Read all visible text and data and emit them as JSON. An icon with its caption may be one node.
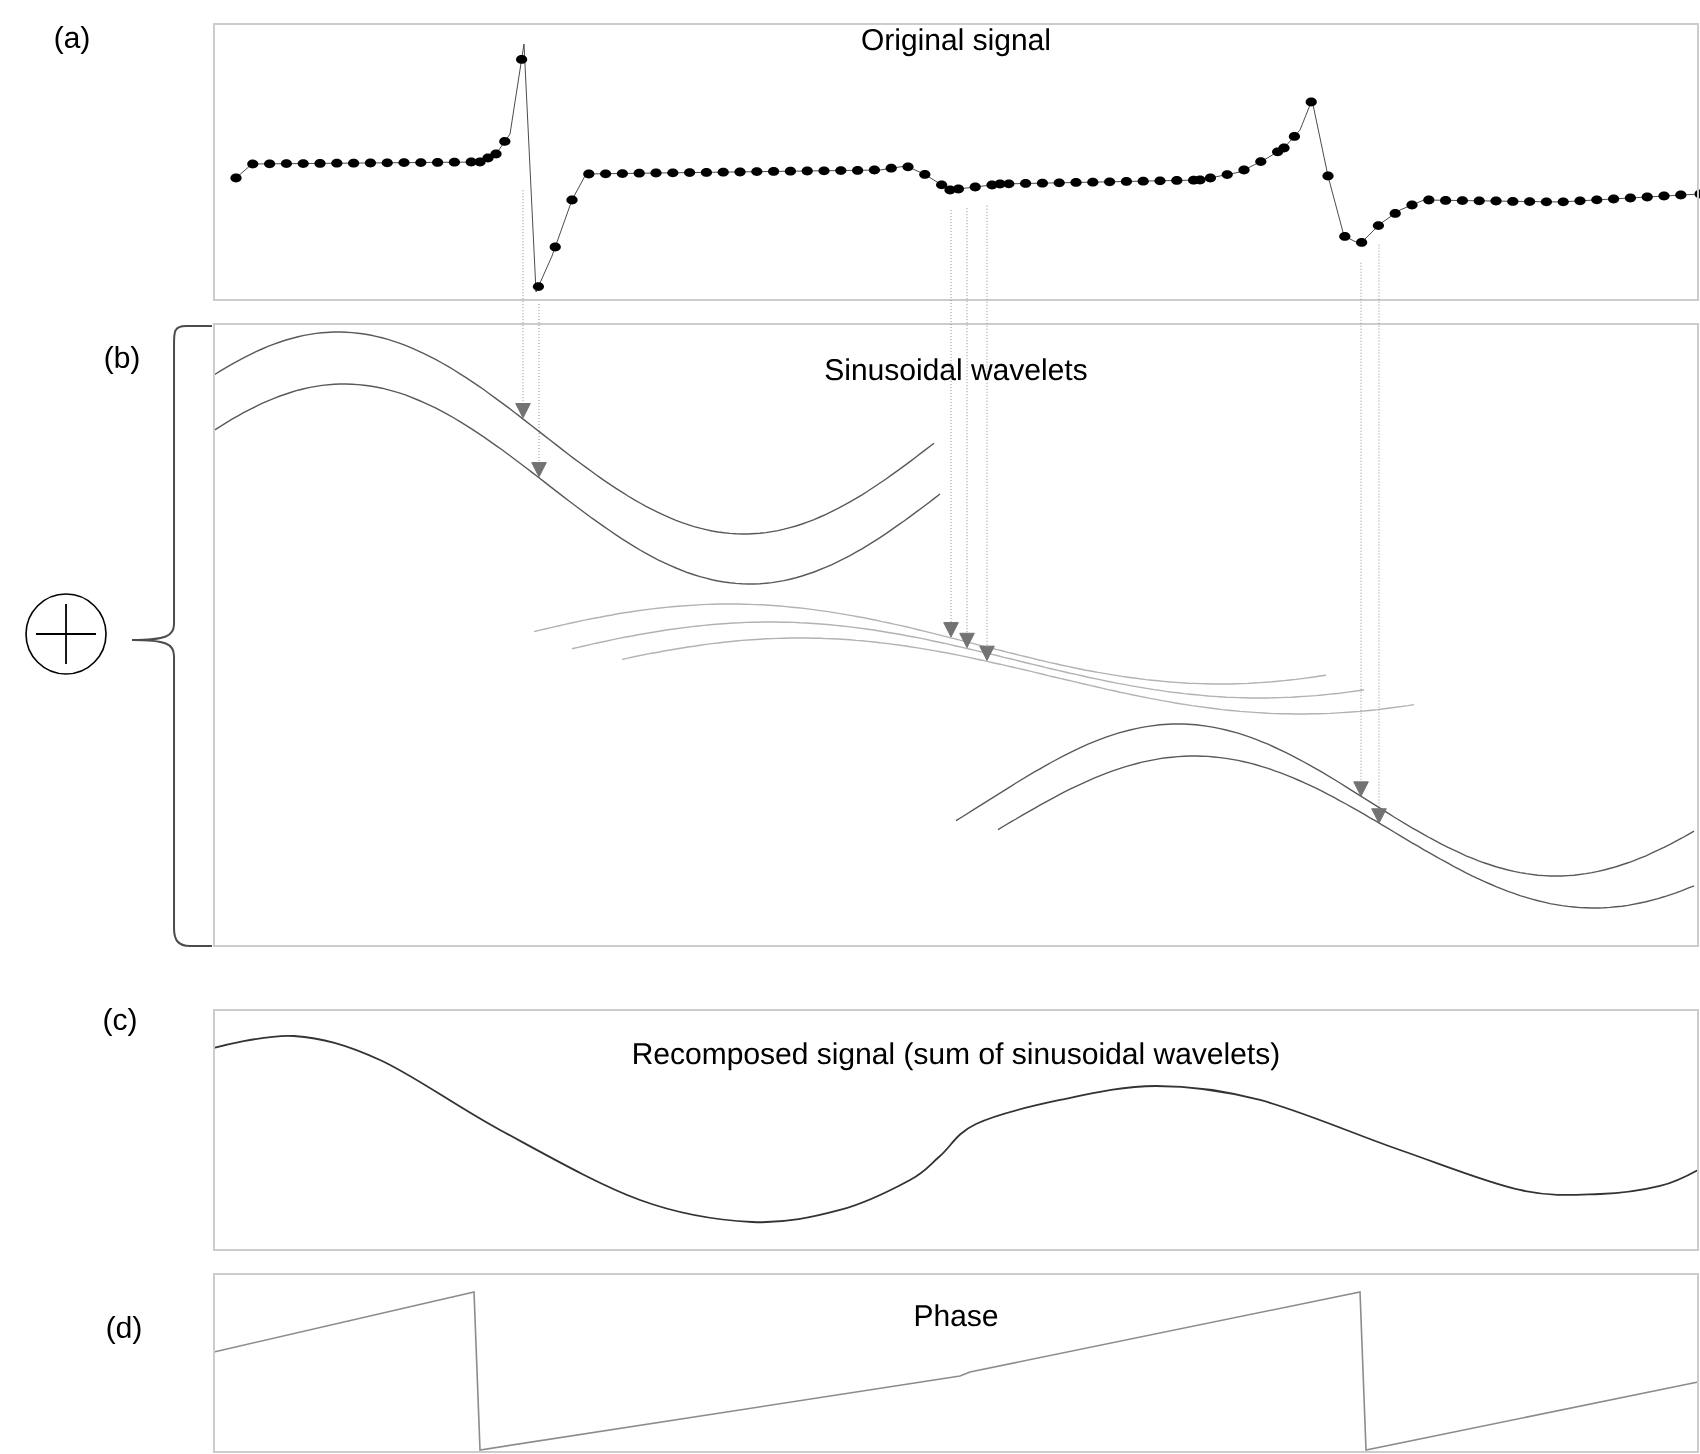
{
  "diagram": {
    "nodes": [
      {
        "text": [
          "Original signal"
        ]
      },
      {
        "text": [
          "Sinusoidal wavelets"
        ]
      },
      {
        "text": [
          "Recomposed signal (sum of sinusoidal wavelets)"
        ]
      },
      {
        "text": [
          "Phase"
        ]
      }
    ],
    "edges": [
      {
        "from": 0,
        "to": 1,
        "arrow": "to",
        "style": "dashed"
      },
      {
        "from": 0,
        "to": 1,
        "arrow": "to",
        "style": "dashed"
      },
      {
        "from": 0,
        "to": 1,
        "arrow": "to",
        "style": "dashed"
      },
      {
        "from": 0,
        "to": 1,
        "arrow": "to",
        "style": "dashed"
      },
      {
        "from": 0,
        "to": 1,
        "arrow": "to",
        "style": "dashed"
      },
      {
        "from": 0,
        "to": 1,
        "arrow": "to",
        "style": "dashed"
      },
      {
        "from": 0,
        "to": 1,
        "arrow": "to",
        "style": "dashed"
      }
    ],
    "labels": [
      "(a)",
      "(b)",
      "(c)",
      "(d)"
    ]
  }
}
